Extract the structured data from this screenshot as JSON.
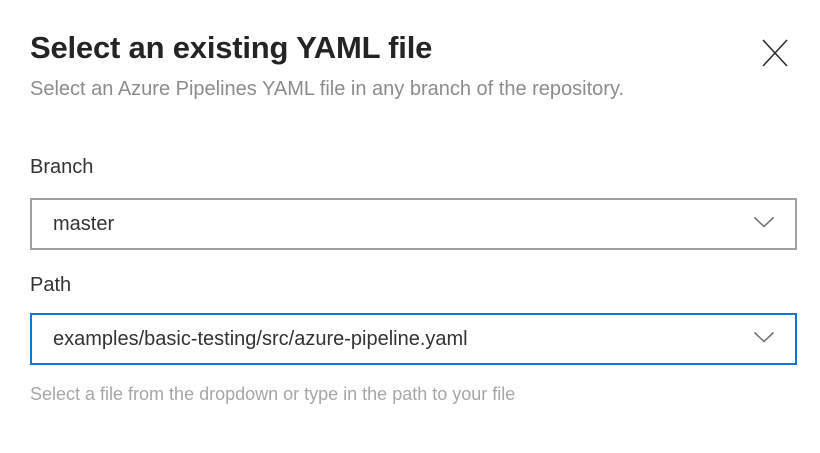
{
  "dialog": {
    "title": "Select an existing YAML file",
    "subtitle": "Select an Azure Pipelines YAML file in any branch of the repository.",
    "close_icon": "close-x"
  },
  "fields": {
    "branch": {
      "label": "Branch",
      "value": "master",
      "chevron_icon": "chevron-down"
    },
    "path": {
      "label": "Path",
      "value": "examples/basic-testing/src/azure-pipeline.yaml",
      "chevron_icon": "chevron-down",
      "helper": "Select a file from the dropdown or type in the path to your file"
    }
  },
  "colors": {
    "accent_focus_border": "#0c77d4",
    "dropdown_border": "#a0a0a0",
    "title_text": "#252423",
    "subtitle_text": "#8c8c8c",
    "helper_text": "#a6a6a6"
  }
}
